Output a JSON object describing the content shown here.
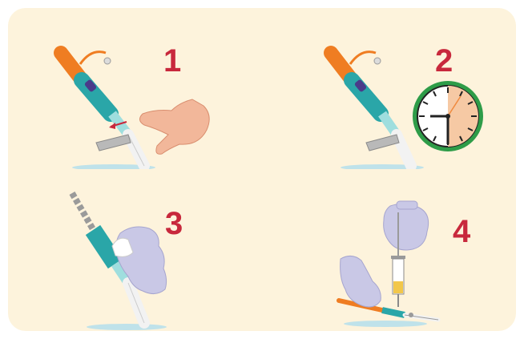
{
  "steps": [
    {
      "number": "1",
      "icon": "pen-needle-remove-cap-icon"
    },
    {
      "number": "2",
      "icon": "clock-wait-icon"
    },
    {
      "number": "3",
      "icon": "pen-hold-gloved-hand-icon"
    },
    {
      "number": "4",
      "icon": "syringe-draw-from-cartridge-icon"
    }
  ],
  "colors": {
    "background": "#fdf3dc",
    "number": "#c8283c",
    "pen_orange": "#ef7d22",
    "pen_teal": "#2aa6a8",
    "clock_ring": "#2e9c48",
    "clock_highlight": "#f6c9a4",
    "glove": "#c9c8e6",
    "skin": "#f2b79a",
    "shadow": "#bfe2ea"
  }
}
